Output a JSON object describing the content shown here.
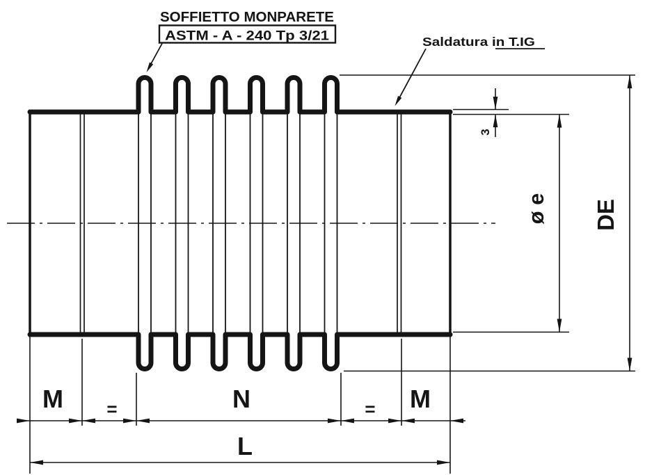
{
  "drawing": {
    "kind": "technical-section-drawing",
    "subject": "single-wall bellows expansion joint",
    "convolution_count": 6
  },
  "annotations": {
    "component_title": "SOFFIETTO MONPARETE",
    "material_spec": "ASTM - A - 240 Tp 3/21",
    "weld_note": "Saldatura in T.IG"
  },
  "dimensions": {
    "end_length_left": "M",
    "equal_left": "=",
    "bellows_length": "N",
    "equal_right": "=",
    "end_length_right": "M",
    "overall_length": "L",
    "wall_thickness": "3",
    "pipe_diameter": "ø e",
    "bellows_outside_diameter": "DE"
  },
  "colors": {
    "ink": "#151515",
    "background": "#ffffff"
  }
}
